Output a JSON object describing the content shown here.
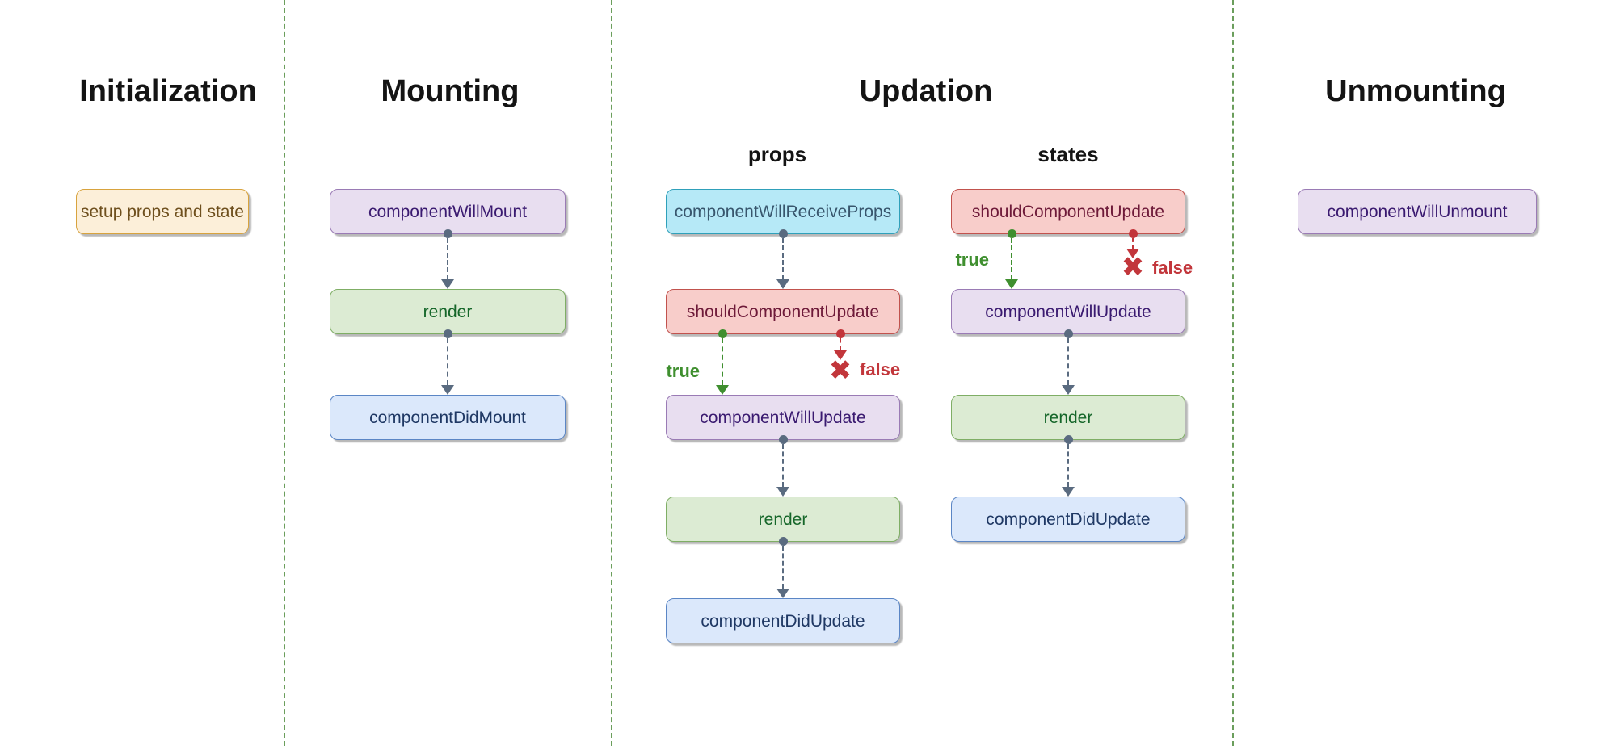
{
  "sections": {
    "initialization": {
      "title": "Initialization",
      "box": "setup props and state"
    },
    "mounting": {
      "title": "Mounting",
      "boxes": {
        "willMount": "componentWillMount",
        "render": "render",
        "didMount": "componentDidMount"
      }
    },
    "updation": {
      "title": "Updation",
      "props": {
        "heading": "props",
        "boxes": {
          "willReceiveProps": "componentWillReceiveProps",
          "shouldUpdate": "shouldComponentUpdate",
          "willUpdate": "componentWillUpdate",
          "render": "render",
          "didUpdate": "componentDidUpdate"
        },
        "branch": {
          "true": "true",
          "false": "false"
        }
      },
      "states": {
        "heading": "states",
        "boxes": {
          "shouldUpdate": "shouldComponentUpdate",
          "willUpdate": "componentWillUpdate",
          "render": "render",
          "didUpdate": "componentDidUpdate"
        },
        "branch": {
          "true": "true",
          "false": "false"
        }
      }
    },
    "unmounting": {
      "title": "Unmounting",
      "box": "componentWillUnmount"
    }
  },
  "icons": {
    "false_x": "✖"
  },
  "colors": {
    "background": "#ffffff",
    "divider_green": "#6b9e5c",
    "arrow_slate": "#5a6b80",
    "branch_true_green": "#3f8f2f",
    "branch_false_red": "#c2363b",
    "box_orange_bg": "#fcefd9",
    "box_orange_border": "#d8a33e",
    "box_orange_text": "#6e4f1d",
    "box_purple_bg": "#e8def0",
    "box_purple_border": "#9a7bb5",
    "box_purple_text": "#3a1a70",
    "box_green_bg": "#dcebd3",
    "box_green_border": "#7fae65",
    "box_green_text": "#156629",
    "box_blue_bg": "#dbe8fb",
    "box_blue_border": "#5b86c5",
    "box_blue_text": "#1f3864",
    "box_cyan_bg": "#b6e9f7",
    "box_cyan_border": "#2fa0ba",
    "box_cyan_text": "#38566d",
    "box_red_bg": "#f8cdca",
    "box_red_border": "#c1524d",
    "box_red_text": "#6e1a39"
  }
}
